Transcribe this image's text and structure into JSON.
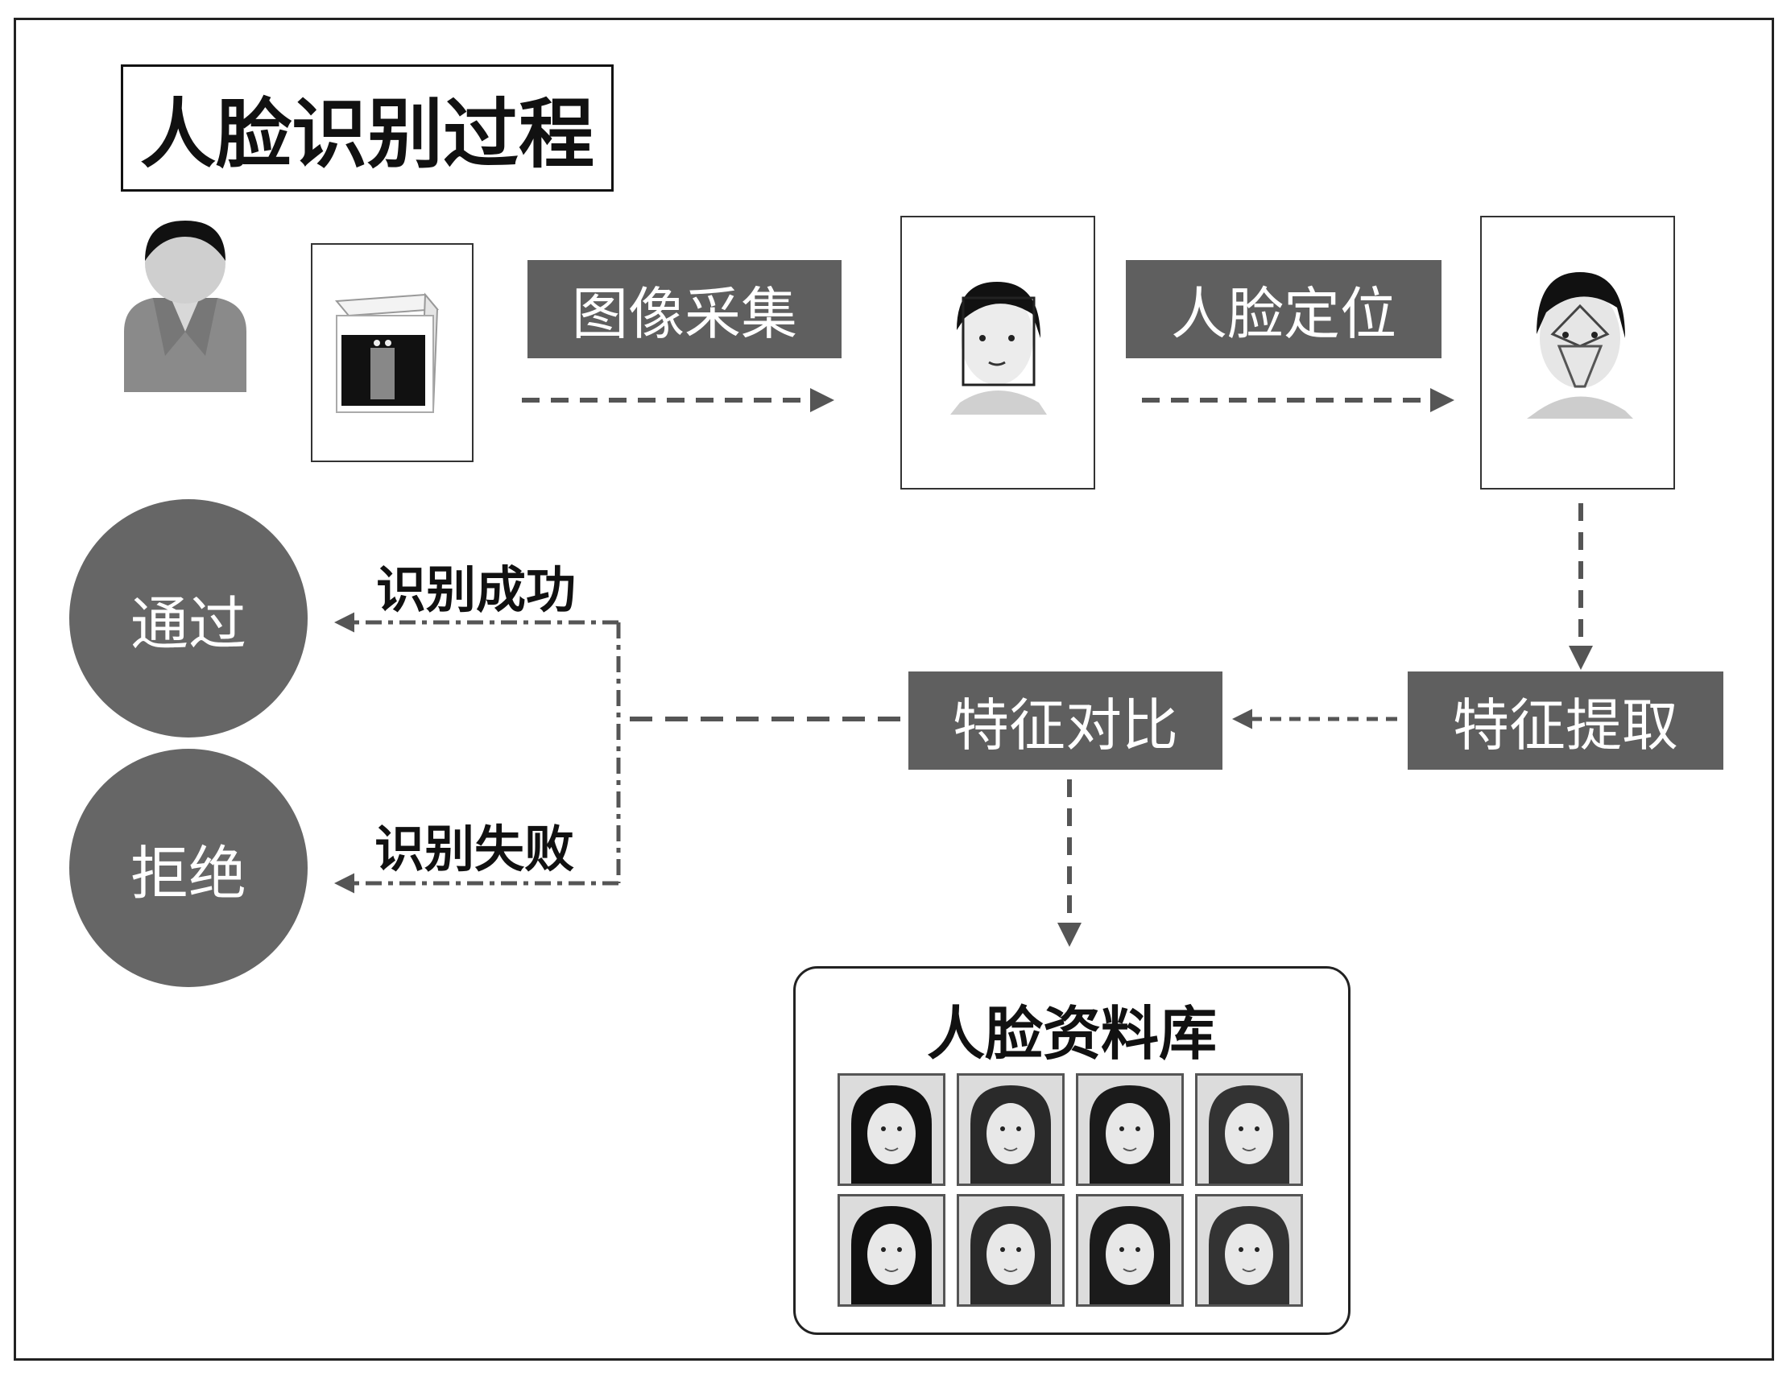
{
  "title": "人脸识别过程",
  "steps": {
    "capture": "图像采集",
    "locate": "人脸定位",
    "extract": "特征提取",
    "compare": "特征对比"
  },
  "results": {
    "pass": "通过",
    "reject": "拒绝"
  },
  "edges": {
    "success": "识别成功",
    "failure": "识别失败"
  },
  "database": {
    "title": "人脸资料库",
    "face_count": 8
  },
  "colors": {
    "box_fill": "#5f5f5f",
    "circle_fill": "#666666",
    "arrow": "#555555"
  }
}
